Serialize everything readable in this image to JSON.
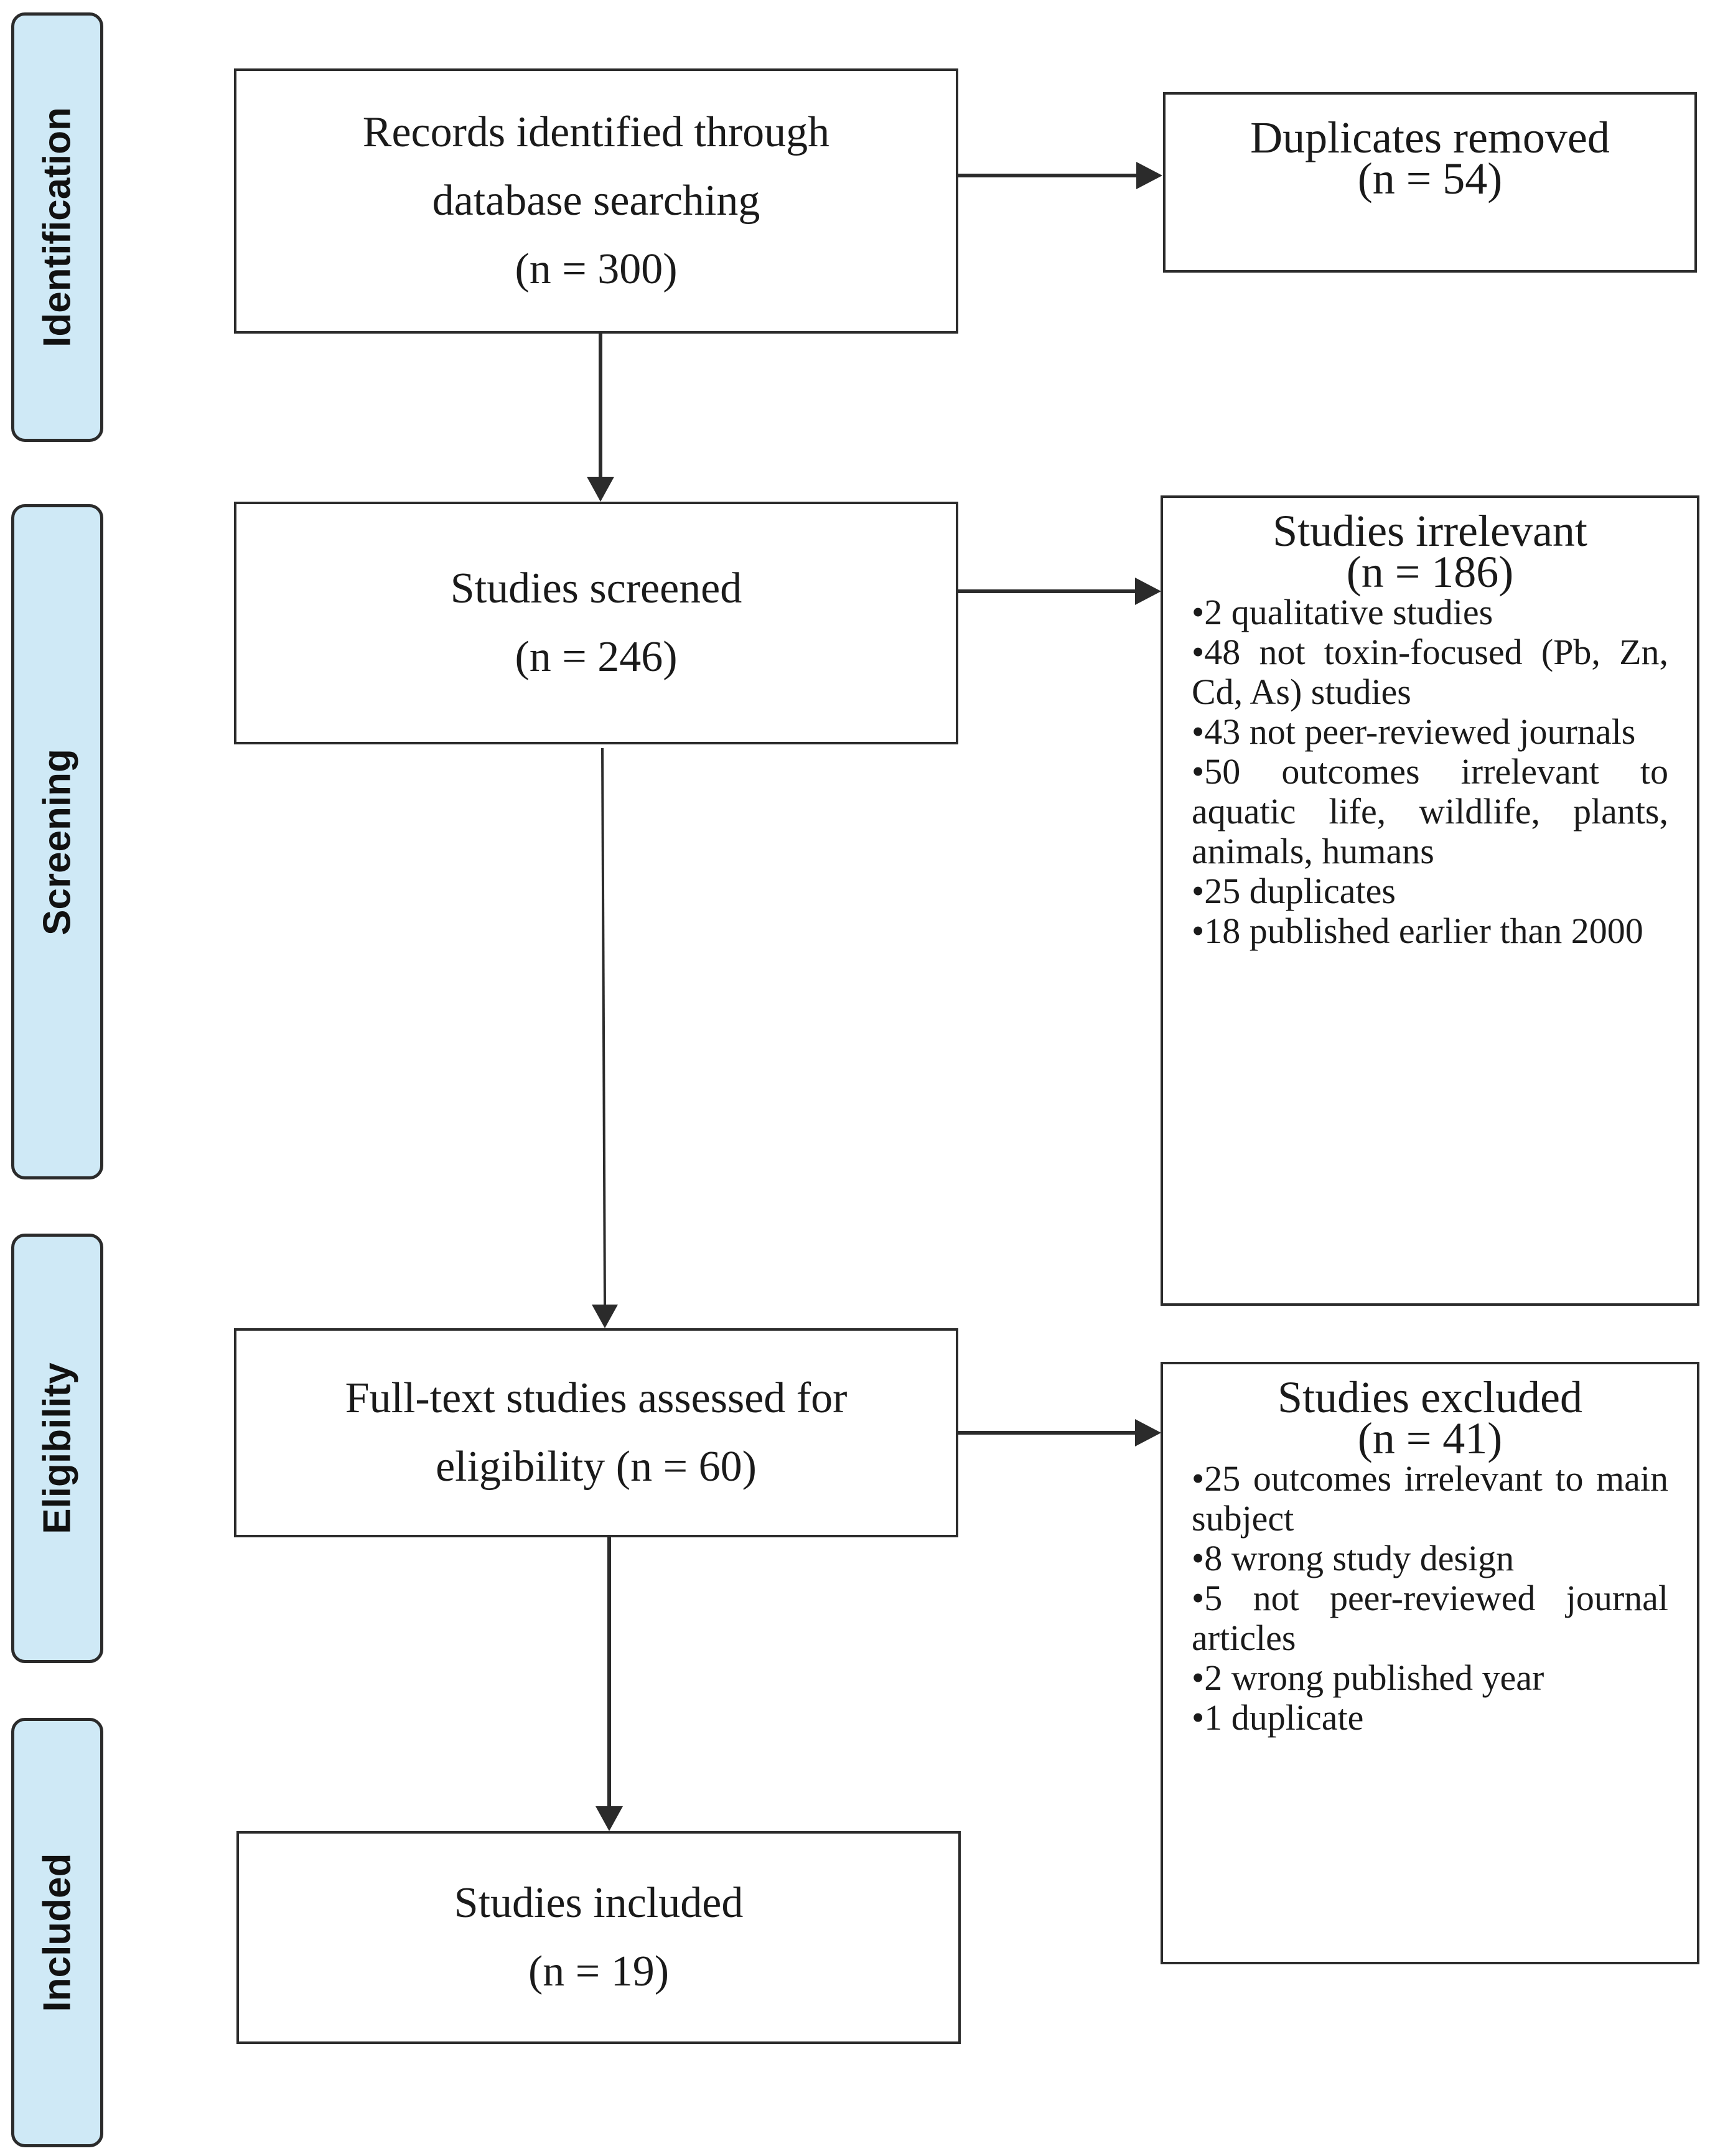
{
  "stages": {
    "identification": "Identification",
    "screening": "Screening",
    "eligibility": "Eligibility",
    "included": "Included"
  },
  "records_identified": {
    "line1": "Records identified through",
    "line2": "database searching",
    "count": "(n = 300)"
  },
  "duplicates_removed": {
    "title": "Duplicates removed",
    "count": "(n = 54)"
  },
  "studies_screened": {
    "title": "Studies screened",
    "count": "(n = 246)"
  },
  "studies_irrelevant": {
    "title": "Studies irrelevant",
    "count": "(n = 186)",
    "items": [
      "•2 qualitative studies",
      "•48 not toxin-focused (Pb, Zn, Cd, As) studies",
      "•43 not peer-reviewed journals",
      "•50 outcomes irrelevant to aquatic life, wildlife, plants, animals, humans",
      "•25 duplicates",
      "•18 published earlier than 2000"
    ]
  },
  "full_text": {
    "line1": "Full-text studies assessed for",
    "line2": "eligibility (n = 60)"
  },
  "studies_excluded": {
    "title": "Studies excluded",
    "count": "(n = 41)",
    "items": [
      "•25 outcomes irrelevant to main subject",
      "•8 wrong study design",
      "•5 not peer-reviewed journal articles",
      "•2 wrong published year",
      "•1 duplicate"
    ]
  },
  "studies_included": {
    "title": "Studies included",
    "count": "(n = 19)"
  }
}
